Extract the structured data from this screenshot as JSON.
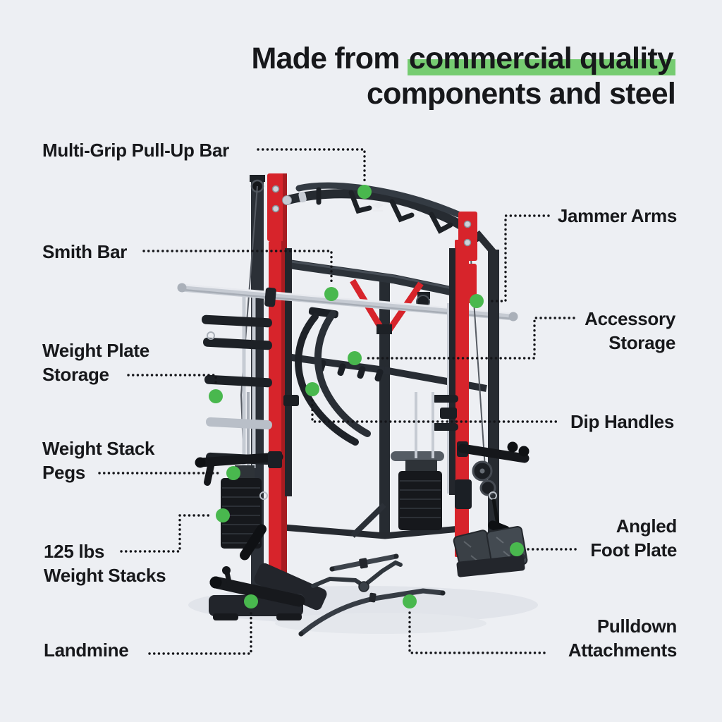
{
  "title": {
    "prefix": "Made from ",
    "highlight": "commercial quality",
    "line2": "components and steel"
  },
  "labels": {
    "pullup": {
      "line1": "Multi-Grip Pull-Up Bar"
    },
    "jammer": {
      "line1": "Jammer Arms"
    },
    "smith": {
      "line1": "Smith Bar"
    },
    "accessory": {
      "line1": "Accessory",
      "line2": "Storage"
    },
    "wps": {
      "line1": "Weight Plate",
      "line2": "Storage"
    },
    "dip": {
      "line1": "Dip Handles"
    },
    "wsp": {
      "line1": "Weight Stack",
      "line2": "Pegs"
    },
    "stacks125": {
      "line1": "125 lbs",
      "line2": "Weight Stacks"
    },
    "afp": {
      "line1": "Angled",
      "line2": "Foot Plate"
    },
    "landmine": {
      "line1": "Landmine"
    },
    "pulldown": {
      "line1": "Pulldown",
      "line2": "Attachments"
    }
  },
  "colors": {
    "background": "#edeff3",
    "text_dark": "#17181b",
    "dot_green": "#49b84e",
    "highlight_green": "#76cc71",
    "machine_red": "#d7242b",
    "machine_dark": "#262a30",
    "chrome": "#c6cbd3",
    "line_dark": "#141519"
  }
}
